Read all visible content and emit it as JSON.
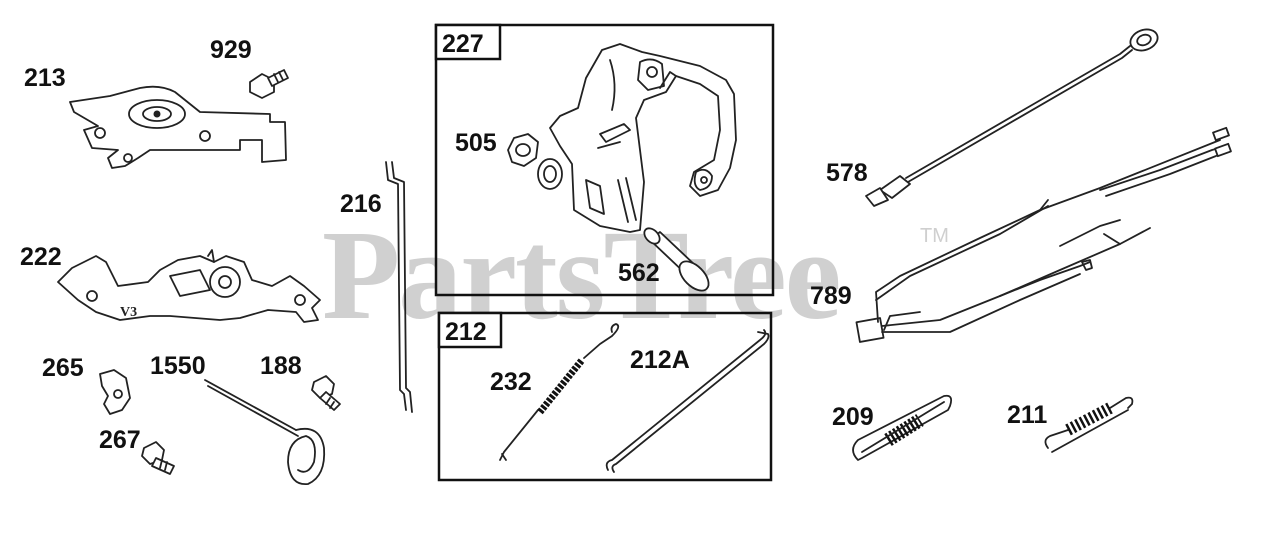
{
  "watermark": {
    "text": "PartsTree",
    "trademark": "TM"
  },
  "boxes": [
    {
      "id": "227",
      "label": "227"
    },
    {
      "id": "212",
      "label": "212"
    }
  ],
  "parts": [
    {
      "id": "213",
      "label": "213",
      "name": "bracket"
    },
    {
      "id": "929",
      "label": "929",
      "name": "bolt"
    },
    {
      "id": "222",
      "label": "222",
      "name": "control-bracket"
    },
    {
      "id": "265",
      "label": "265",
      "name": "clip"
    },
    {
      "id": "1550",
      "label": "1550",
      "name": "spring-wire"
    },
    {
      "id": "188",
      "label": "188",
      "name": "screw"
    },
    {
      "id": "267",
      "label": "267",
      "name": "screw"
    },
    {
      "id": "216",
      "label": "216",
      "name": "link-rod"
    },
    {
      "id": "505",
      "label": "505",
      "name": "nut-washer"
    },
    {
      "id": "562",
      "label": "562",
      "name": "pin"
    },
    {
      "id": "232",
      "label": "232",
      "name": "spring"
    },
    {
      "id": "212A",
      "label": "212A",
      "name": "link"
    },
    {
      "id": "578",
      "label": "578",
      "name": "ground-wire"
    },
    {
      "id": "789",
      "label": "789",
      "name": "wire-harness"
    },
    {
      "id": "209",
      "label": "209",
      "name": "spring"
    },
    {
      "id": "211",
      "label": "211",
      "name": "spring"
    }
  ]
}
